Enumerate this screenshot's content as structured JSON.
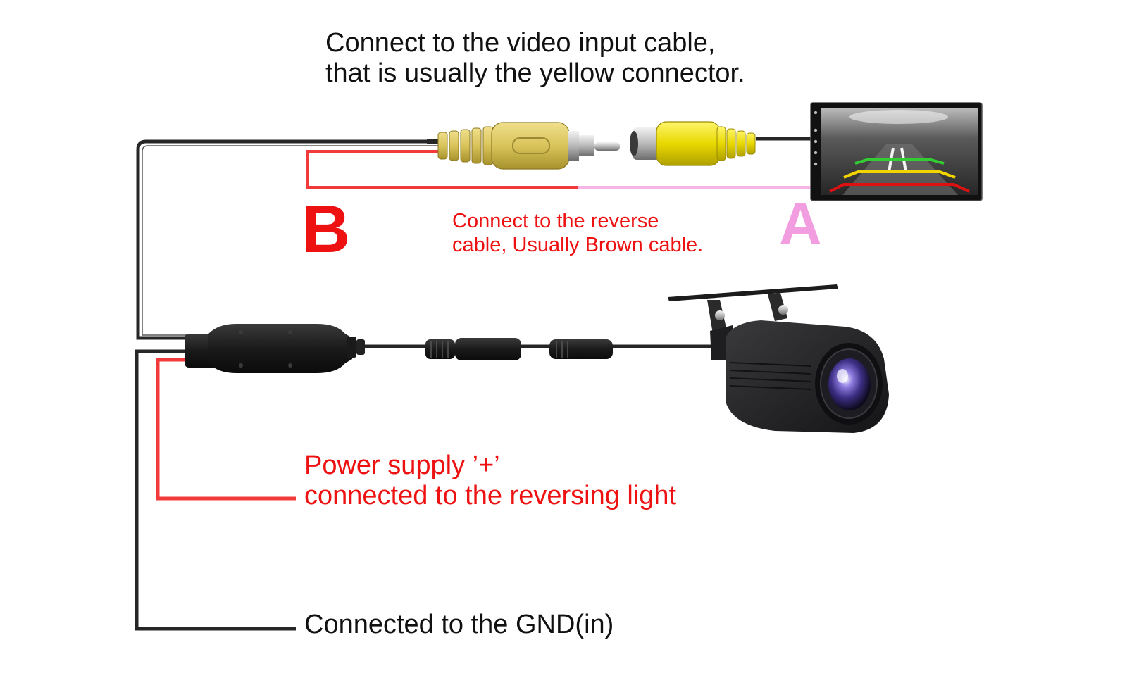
{
  "colors": {
    "wire_black": "#262626",
    "wire_red": "#f23a3a",
    "wire_pink": "#f5b6e6",
    "label_red": "#ee1111",
    "label_pink": "#f29de0",
    "rca_yellow": "#d9c35a",
    "rca_yellow_female": "#e8d800",
    "camera_body": "#1e1e20",
    "lens_purple": "#7a5acb"
  },
  "labels": {
    "video_input": {
      "line1": "Connect to the video input cable,",
      "line2": "that is usually the yellow connector."
    },
    "reverse_cable": {
      "line1": "Connect to the reverse",
      "line2": "cable, Usually Brown cable."
    },
    "power_supply": {
      "line1": "Power supply ’+’",
      "line2": "connected to the reversing light"
    },
    "ground": {
      "line1": "Connected to the GND(in)"
    },
    "letter_b": "B",
    "letter_a": "A"
  }
}
